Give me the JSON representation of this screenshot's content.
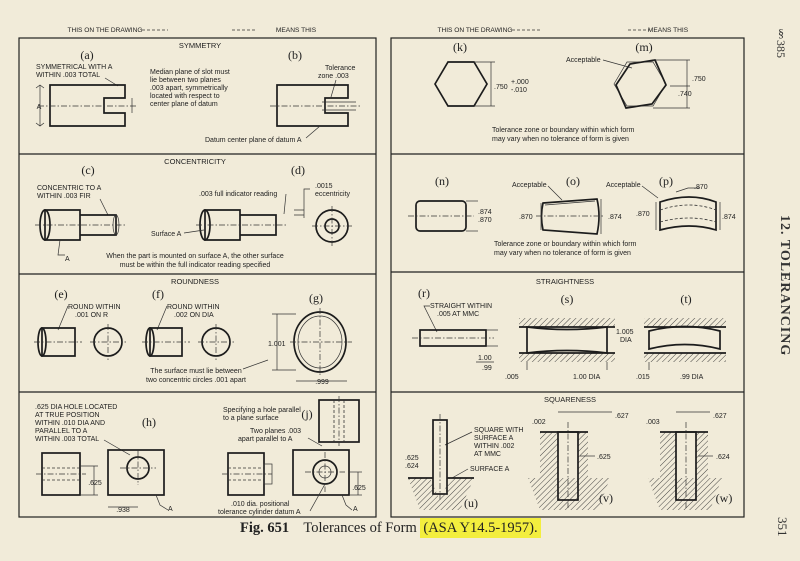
{
  "headers": {
    "left_drawing": "THIS ON THE DRAWING",
    "left_means": "MEANS THIS",
    "right_drawing": "THIS ON THE DRAWING",
    "right_means": "MEANS THIS"
  },
  "page_edge": {
    "section": "§385",
    "chapter": "12. TOLERANCING",
    "page": "351"
  },
  "caption": {
    "fig_number": "Fig. 651",
    "title": "Tolerances of Form",
    "standard": "(ASA Y14.5-1957)."
  },
  "panels": {
    "symmetry": {
      "title": "SYMMETRY",
      "label_a": "(a)",
      "label_b": "(b)",
      "note_a": [
        "SYMMETRICAL WITH A",
        "WITHIN .003 TOTAL"
      ],
      "datum_a": "A",
      "explain": [
        "Median plane of slot must",
        "lie between two planes",
        ".003 apart, symmetrically",
        "located with respect to",
        "center plane of datum"
      ],
      "tol_zone": [
        "Tolerance",
        "zone .003"
      ],
      "datum_center": "Datum center plane of datum A"
    },
    "concentricity": {
      "title": "CONCENTRICITY",
      "label_c": "(c)",
      "label_d": "(d)",
      "note_c": [
        "CONCENTRIC TO A",
        "WITHIN .003 FIR"
      ],
      "datum_c": "A",
      "fir": ".003 full indicator reading",
      "ecc": [
        ".0015",
        "eccentricity"
      ],
      "surface": "Surface A",
      "explain": [
        "When the part is mounted on surface A, the other surface",
        "must be within the full indicator reading specified"
      ]
    },
    "roundness": {
      "title": "ROUNDNESS",
      "label_e": "(e)",
      "label_f": "(f)",
      "label_g": "(g)",
      "note_e": [
        "ROUND WITHIN",
        ".001 ON R"
      ],
      "note_f": [
        "ROUND WITHIN",
        ".002 ON DIA"
      ],
      "dim_1001": "1.001",
      "dim_999": ".999",
      "explain": [
        "The surface must lie between",
        "two concentric circles .001 apart"
      ]
    },
    "position": {
      "label_h": "(h)",
      "label_j": "(j)",
      "note_h": [
        ".625 DIA HOLE LOCATED",
        "AT TRUE POSITION",
        "WITHIN .010 DIA AND",
        "PARALLEL TO A",
        "WITHIN .003 TOTAL"
      ],
      "dim_625_h": ".625",
      "dim_938": ".938",
      "datum_h": "A",
      "specify": [
        "Specifying a hole parallel",
        "to a plane surface"
      ],
      "two_planes": [
        "Two planes .003",
        "apart parallel to A"
      ],
      "dim_625_j": ".625",
      "datum_j": "A",
      "positional": [
        ".010 dia. positional",
        "tolerance cylinder datum A"
      ]
    },
    "hexagon": {
      "label_k": "(k)",
      "label_m": "(m)",
      "dim_750": ".750",
      "tol_plus": "+.000",
      "tol_minus": "-.010",
      "acceptable": "Acceptable",
      "dim_750_m": ".750",
      "dim_740": ".740",
      "explain": [
        "Tolerance zone or boundary within which form",
        "may vary when no tolerance of form is given"
      ]
    },
    "cylinders": {
      "label_n": "(n)",
      "label_o": "(o)",
      "label_p": "(p)",
      "dim_874": ".874",
      "dim_870": ".870",
      "acceptable_o": "Acceptable",
      "acceptable_p": "Acceptable",
      "dim_870_o": ".870",
      "dim_874_o": ".874",
      "dim_870_p": ".870",
      "dim_870_p2": ".870",
      "dim_874_p": ".874",
      "explain": [
        "Tolerance zone or boundary within which form",
        "may vary when no tolerance of form is given"
      ]
    },
    "straightness": {
      "title": "STRAIGHTNESS",
      "label_r": "(r)",
      "label_s": "(s)",
      "label_t": "(t)",
      "note_r": [
        "STRAIGHT WITHIN",
        ".005 AT MMC"
      ],
      "dim_100": "1.00",
      "dim_99": ".99",
      "dim_005": ".005",
      "dim_100_dia": "1.00 DIA",
      "dim_1005": "1.005",
      "dia": "DIA",
      "dim_015": ".015",
      "dim_99_dia": ".99 DIA"
    },
    "squareness": {
      "title": "SQUARENESS",
      "label_u": "(u)",
      "label_v": "(v)",
      "label_w": "(w)",
      "note_u": [
        "SQUARE WITH",
        "SURFACE A",
        "WITHIN .002",
        "AT MMC"
      ],
      "surface_a": "SURFACE A",
      "dim_625": ".625",
      "dim_624": ".624",
      "dim_002": ".002",
      "dim_627": ".627",
      "dim_625_v": ".625",
      "dim_003": ".003",
      "dim_627_w": ".627",
      "dim_624_w": ".624"
    }
  }
}
